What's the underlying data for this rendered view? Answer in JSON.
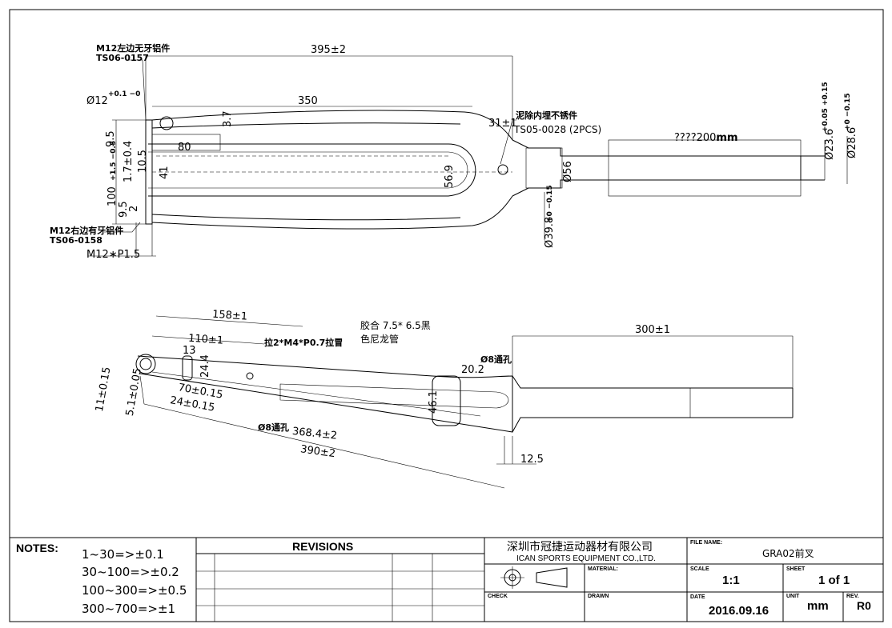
{
  "top_view": {
    "overall_length": "395±2",
    "leg_length": "350",
    "offset": "31±1",
    "dim_37": "3.7",
    "dim_80": "80",
    "dim_95_top": "9.5",
    "dim_17": "1.7±0.4",
    "dim_105": "10.5",
    "dim_100": "100",
    "dim_100_tol": "+1.5 −0.5",
    "dim_41": "41",
    "dim_569": "56.9",
    "dim_95_bottom": "9.5",
    "dim_2": "2",
    "dia_12": "Ø12",
    "dia_12_tol": "+0.1 −0",
    "dia_56": "Ø56",
    "dia_398": "Ø39.8",
    "dia_398_tol": "+0 −0.15",
    "dia_236": "Ø23.6",
    "dia_236_tol": "+0.05 +0.15",
    "dia_286": "Ø28.6",
    "dia_286_tol": "+0 −0.15",
    "steerer_len": "????200",
    "steerer_unit": "mm",
    "thread": "M12∗P1.5",
    "callout_left_top_1": "M12左边无牙铝件",
    "callout_left_top_2": "TS06-0157",
    "callout_left_bot_1": "M12右边有牙铝件",
    "callout_left_bot_2": "TS06-0158",
    "callout_insert_1": "泥除内埋不锈件",
    "callout_insert_2": "TS05-0028 (2PCS)"
  },
  "side_view": {
    "dim_158": "158±1",
    "dim_110": "110±1",
    "dim_13": "13",
    "dim_244": "24.4",
    "dim_70": "70±0.15",
    "dim_24": "24±0.15",
    "dim_11": "11±0.15",
    "dim_51": "5.1±0.05",
    "dim_3684": "368.4±2",
    "dim_390": "390±2",
    "dim_300": "300±1",
    "dim_202": "20.2",
    "dim_461": "46.1",
    "dim_125": "12.5",
    "label_pull": "拉2*M4*P0.7拉冒",
    "label_hole_1": "Ø8通孔",
    "label_hole_2": "Ø8通孔",
    "glue_note_1": "胶合   7.5*   6.5黑",
    "glue_note_2": "色尼龙管"
  },
  "notes": {
    "title": "NOTES:",
    "lines": [
      "1~30=>±0.1",
      "30~100=>±0.2",
      "100~300=>±0.5",
      "300~700=>±1"
    ]
  },
  "revisions": {
    "title": "REVISIONS"
  },
  "title_block": {
    "company_cn": "深圳市冠捷运动器材有限公司",
    "company_en": "ICAN SPORTS EQUIPMENT CO.,LTD.",
    "material_label": "MATERIAL:",
    "check_label": "CHECK",
    "drawn_label": "DRAWN",
    "file_name_label": "FILE NAME:",
    "file_name": "GRA02前叉",
    "scale_label": "SCALE",
    "scale": "1:1",
    "sheet_label": "SHEET",
    "sheet": "1 of  1",
    "date_label": "DATE",
    "date": "2016.09.16",
    "unit_label": "UNIT",
    "unit": "mm",
    "rev_label": "REV.",
    "rev": "R0"
  }
}
